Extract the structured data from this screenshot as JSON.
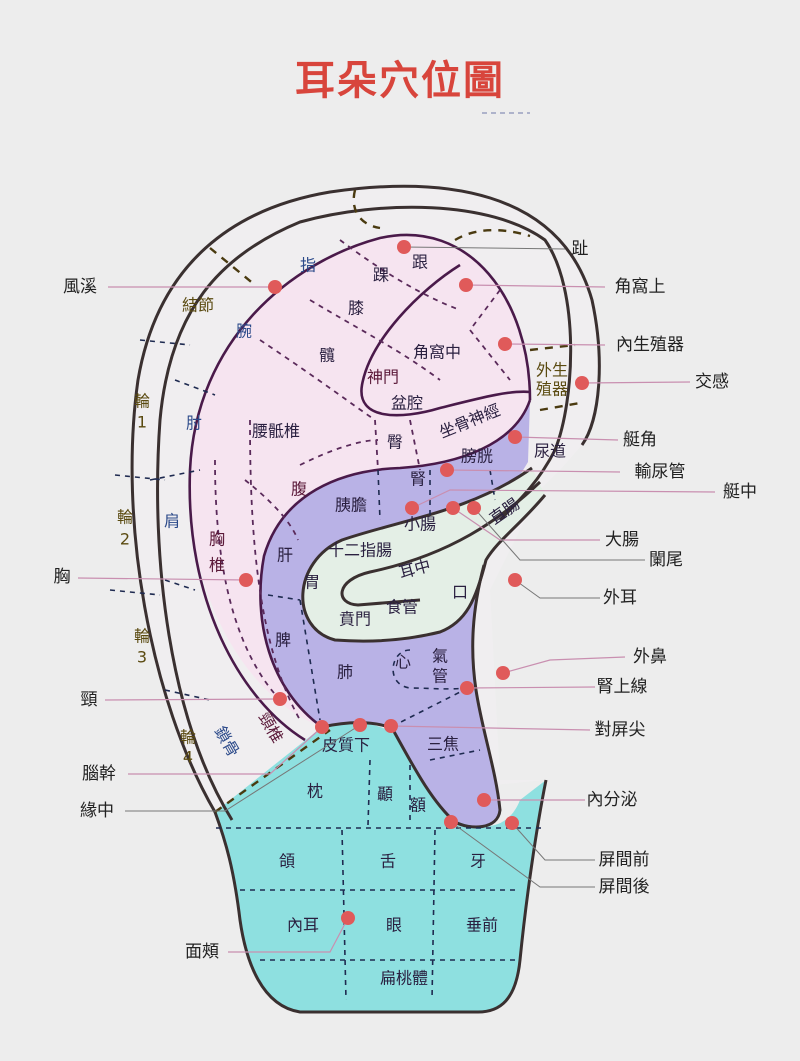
{
  "title": "耳朵穴位圖",
  "colors": {
    "title": "#d8453c",
    "antihelix": "#f6e4f0",
    "concha": "#b9b2e6",
    "crus": "#e4efe6",
    "lobe": "#8ee0e0",
    "point": "#e05a5a"
  },
  "left_labels": [
    "風溪",
    "胸",
    "頸",
    "腦幹",
    "緣中",
    "面頰"
  ],
  "right_labels": [
    "趾",
    "角窩上",
    "內生殖器",
    "交感",
    "艇角",
    "輸尿管",
    "艇中",
    "大腸",
    "闌尾",
    "外耳",
    "外鼻",
    "腎上線",
    "對屏尖",
    "內分泌",
    "屏間前",
    "屏間後"
  ],
  "regions": {
    "zhi_finger": "指",
    "jiejie": "結節",
    "wan": "腕",
    "lun1": "輪",
    "n1": "1",
    "zhou": "肘",
    "lun2": "輪",
    "n2": "2",
    "jian": "肩",
    "lun3": "輪",
    "n3": "3",
    "lun4": "輪",
    "n4": "4",
    "suogu": "鎖骨",
    "jingzhui": "頸椎",
    "xiong": "胸",
    "zhui": "椎",
    "yaodizhui": "腰骶椎",
    "gen": "跟",
    "huai": "踝",
    "xi": "膝",
    "kuan": "髖",
    "jiaowozhong": "角窩中",
    "shenmen": "神門",
    "penqiang": "盆腔",
    "zuogu": "坐骨神經",
    "tun": "臀",
    "fu": "腹",
    "shen": "腎",
    "pangguang": "膀胱",
    "yidan": "胰膽",
    "xiaochang": "小腸",
    "zhichang": "直腸",
    "niaodao": "尿道",
    "waisheng1": "外生",
    "waisheng2": "殖器",
    "gan": "肝",
    "shierzhichang": "十二指腸",
    "wei": "胃",
    "erzhong": "耳中",
    "kou": "口",
    "benmen": "賁門",
    "shiguan": "食管",
    "pi": "脾",
    "fei": "肺",
    "xin": "心",
    "qi": "氣",
    "guan": "管",
    "pizhixia": "皮質下",
    "sanjiao": "三焦",
    "zhen": "枕",
    "nie": "顳",
    "e": "額",
    "han": "頜",
    "she": "舌",
    "ya": "牙",
    "neier": "內耳",
    "yan": "眼",
    "chuiqian": "垂前",
    "biantaoti": "扁桃體"
  }
}
